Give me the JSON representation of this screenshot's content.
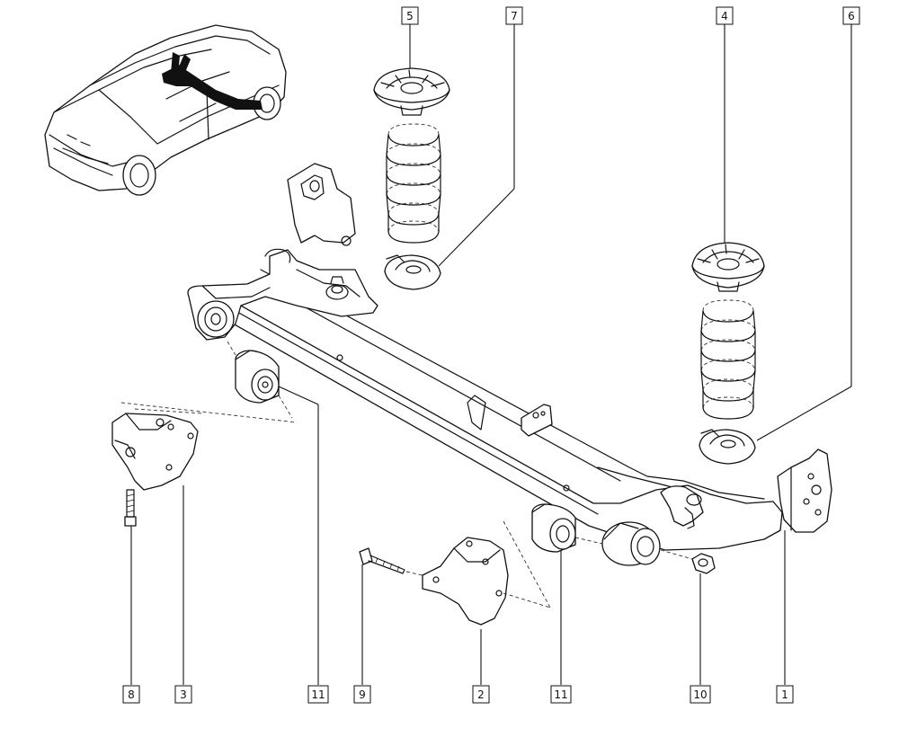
{
  "callouts": [
    {
      "id": "c5",
      "label": "5"
    },
    {
      "id": "c7",
      "label": "7"
    },
    {
      "id": "c4",
      "label": "4"
    },
    {
      "id": "c6",
      "label": "6"
    },
    {
      "id": "c8",
      "label": "8"
    },
    {
      "id": "c3",
      "label": "3"
    },
    {
      "id": "c11a",
      "label": "11"
    },
    {
      "id": "c9",
      "label": "9"
    },
    {
      "id": "c2",
      "label": "2"
    },
    {
      "id": "c11b",
      "label": "11"
    },
    {
      "id": "c10",
      "label": "10"
    },
    {
      "id": "c1",
      "label": "1"
    }
  ]
}
